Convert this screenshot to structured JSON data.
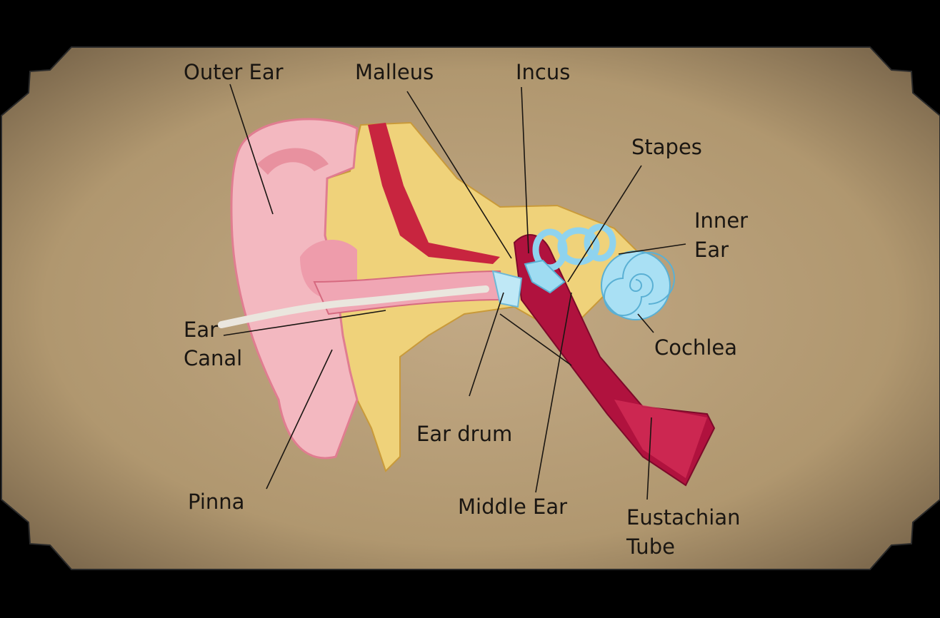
{
  "labels": {
    "outer_ear": "Outer Ear",
    "malleus": "Malleus",
    "incus": "Incus",
    "stapes": "Stapes",
    "inner_ear_1": "Inner",
    "inner_ear_2": "Ear",
    "cochlea": "Cochlea",
    "ear_canal_1": "Ear",
    "ear_canal_2": "Canal",
    "ear_drum": "Ear drum",
    "pinna": "Pinna",
    "middle_ear": "Middle Ear",
    "eustachian_1": "Eustachian",
    "eustachian_2": "Tube"
  },
  "colors": {
    "background": "#b59c79",
    "skin": "#f2b5bd",
    "fat": "#efd27a",
    "tube": "#b0123e",
    "inner_ear": "#9fdcf2"
  }
}
